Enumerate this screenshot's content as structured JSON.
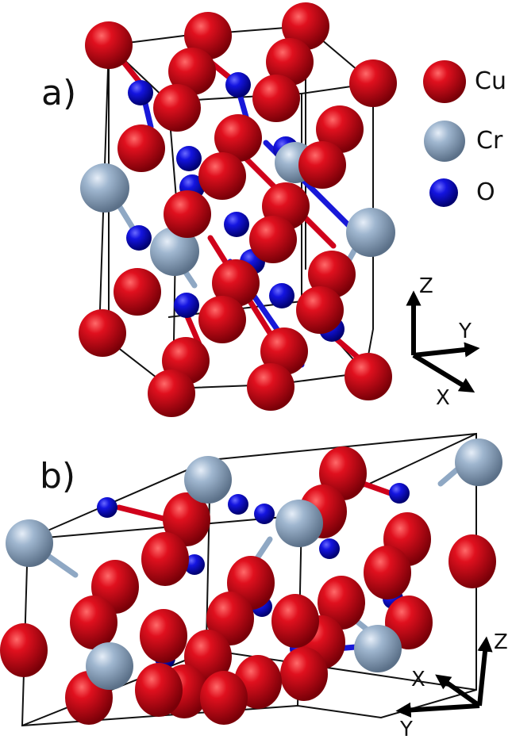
{
  "figure": {
    "panels": [
      {
        "label": "a)",
        "description": "Crystal structure unit cell view a"
      },
      {
        "label": "b)",
        "description": "Crystal structure unit cell view b"
      }
    ],
    "legend": [
      {
        "element": "Cu",
        "color": "#d0021b",
        "size": "large"
      },
      {
        "element": "Cr",
        "color": "#8fa8c4",
        "size": "large"
      },
      {
        "element": "O",
        "color": "#1010d8",
        "size": "small"
      }
    ],
    "atom_labels": {
      "cu": "Cu",
      "cr": "Cr",
      "o": "O"
    },
    "axes_a": {
      "z": "Z",
      "y": "Y",
      "x": "X"
    },
    "axes_b": {
      "z": "Z",
      "x": "X",
      "y": "Y"
    }
  }
}
